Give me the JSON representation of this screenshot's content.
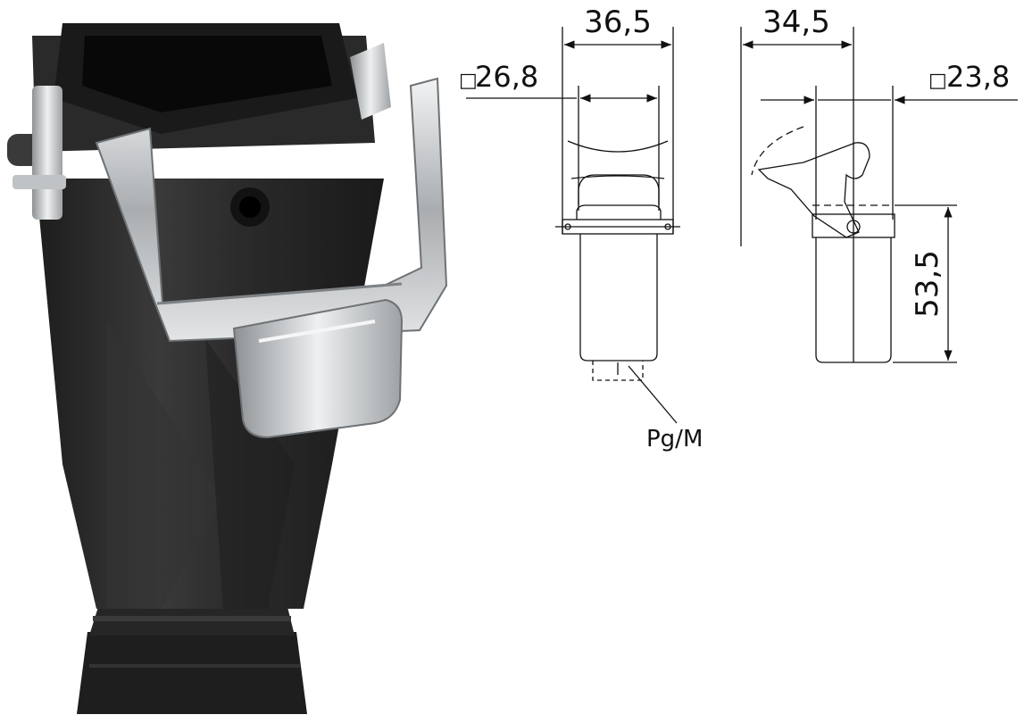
{
  "photo": {
    "subject": "connector-hood-with-locking-lever"
  },
  "front_view": {
    "overall_width": "36,5",
    "inner_square": "26,8",
    "square_symbol": "□",
    "cable_entry_label": "Pg/M"
  },
  "side_view": {
    "overall_width": "34,5",
    "inner_square": "23,8",
    "square_symbol": "□",
    "height": "53,5"
  },
  "colors": {
    "housing": "#2b2b2b",
    "metal": "#c9ccce",
    "line": "#111111",
    "background": "#ffffff"
  }
}
